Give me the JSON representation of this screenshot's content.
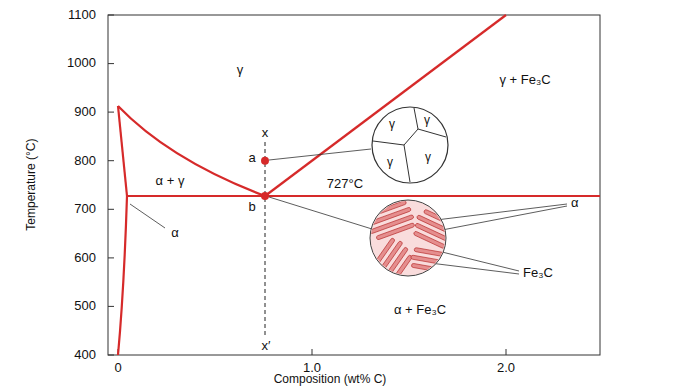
{
  "diagram": {
    "nodes": [
      {
        "text": [
          "γ",
          "γ",
          "γ",
          "γ"
        ]
      }
    ],
    "labels": [
      "1100",
      "1000",
      "900",
      "800",
      "700",
      "600",
      "500",
      "400",
      "Temperature (°C)",
      "0",
      "1.0",
      "2.0",
      "Composition (wt% C)",
      "γ",
      "γ + Fe₃C",
      "α + γ",
      "α",
      "727°C",
      "x",
      "a",
      "b",
      "x′",
      "α + Fe₃C",
      "α",
      "Fe₃C"
    ]
  }
}
